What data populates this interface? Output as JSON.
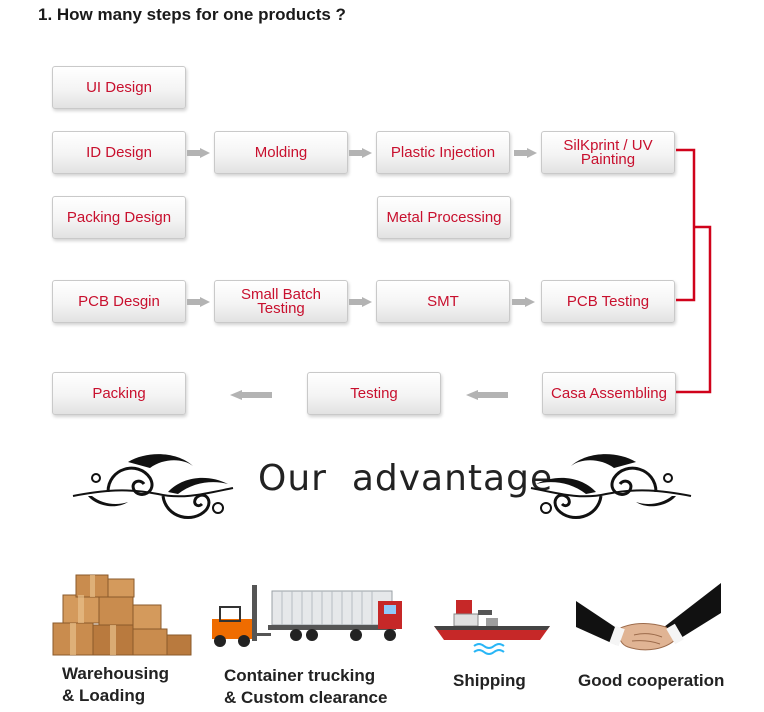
{
  "title": "1. How many steps for one products ?",
  "steps": {
    "ui_design": "UI Design",
    "id_design": "ID Design",
    "molding": "Molding",
    "plastic_injection": "Plastic Injection",
    "silkprint_1": "SilKprint / UV",
    "silkprint_2": "Painting",
    "packing_design": "Packing Design",
    "metal_processing": "Metal Processing",
    "pcb_design": "PCB Desgin",
    "small_batch_1": "Small Batch",
    "small_batch_2": "Testing",
    "smt": "SMT",
    "pcb_testing": "PCB Testing",
    "packing": "Packing",
    "testing": "Testing",
    "casa_assembling": "Casa Assembling"
  },
  "advantage": {
    "title": "Our  advantage",
    "items": [
      {
        "line1": "Warehousing",
        "line2": "& Loading",
        "icon": "boxes-icon"
      },
      {
        "line1": "Container trucking",
        "line2": "& Custom clearance",
        "icon": "truck-icon"
      },
      {
        "line1": "Shipping",
        "line2": "",
        "icon": "ship-icon"
      },
      {
        "line1": "Good cooperation",
        "line2": "",
        "icon": "handshake-icon"
      }
    ]
  },
  "colors": {
    "step_text": "#c8102e",
    "connector": "#d0021b",
    "arrow": "#b3b3b3"
  }
}
